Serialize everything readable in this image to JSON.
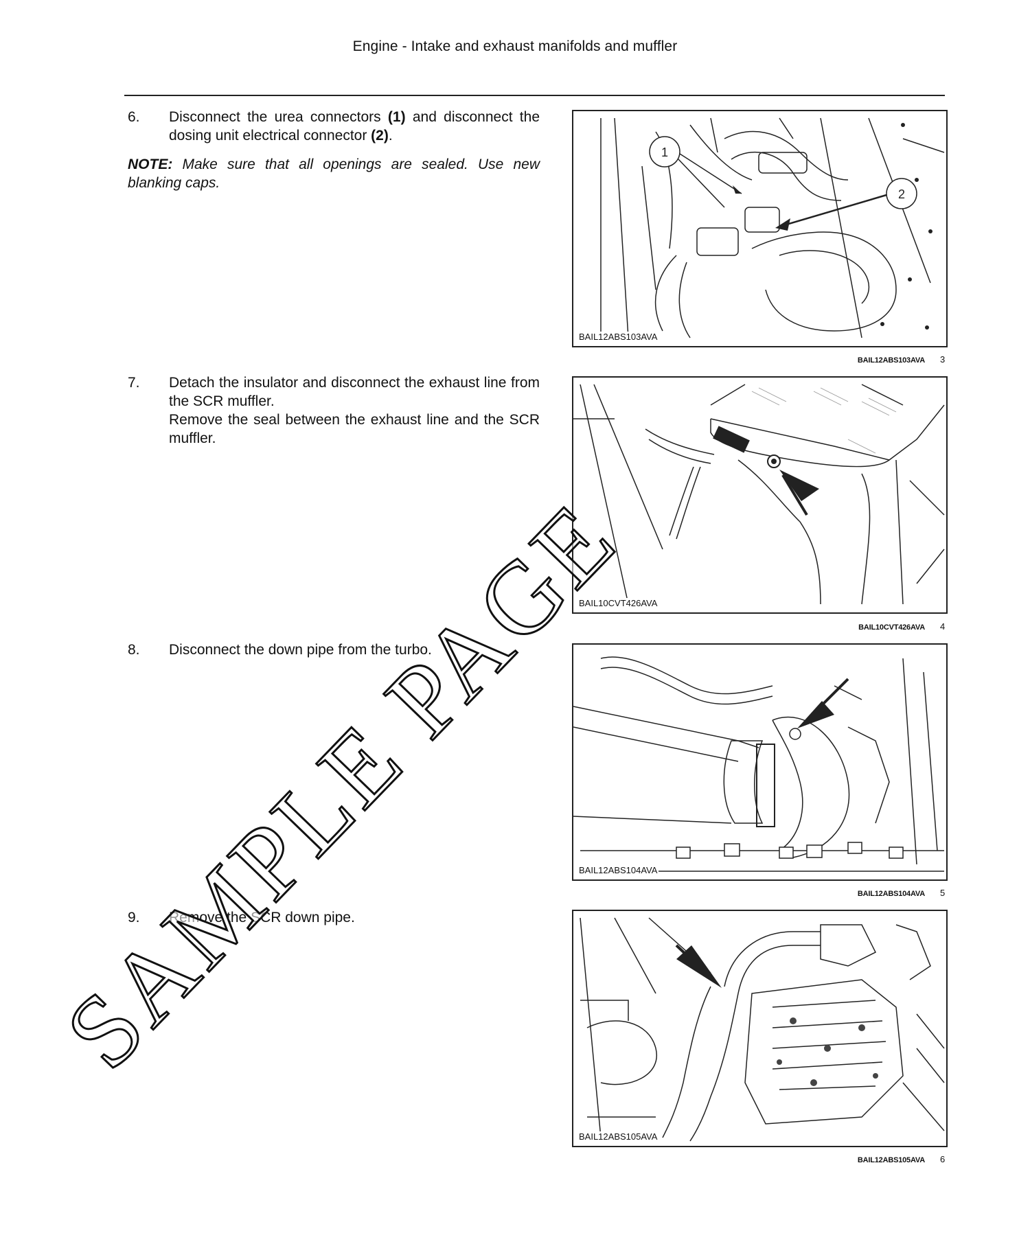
{
  "header": {
    "title": "Engine - Intake and exhaust manifolds and muffler"
  },
  "steps": [
    {
      "number": "6.",
      "text_a": "Disconnect the urea connectors ",
      "bold_a": "(1)",
      "text_b": " and disconnect the dosing unit electrical connector ",
      "bold_b": "(2)",
      "text_c": ".",
      "note_label": "NOTE:",
      "note_text": " Make sure that all openings are sealed.  Use new blanking caps."
    },
    {
      "number": "7.",
      "line1": "Detach the insulator and disconnect the exhaust line from the SCR muffler.",
      "line2": "Remove the seal between the exhaust line and the SCR muffler."
    },
    {
      "number": "8.",
      "line1": "Disconnect the down pipe from the turbo."
    },
    {
      "number": "9.",
      "line1": "Remove the SCR down pipe."
    }
  ],
  "figures": [
    {
      "code": "BAIL12ABS103AVA",
      "caption": "BAIL12ABS103AVA",
      "number": "3",
      "callouts": [
        "1",
        "2"
      ]
    },
    {
      "code": "BAIL10CVT426AVA",
      "caption": "BAIL10CVT426AVA",
      "number": "4"
    },
    {
      "code": "BAIL12ABS104AVA",
      "caption": "BAIL12ABS104AVA",
      "number": "5"
    },
    {
      "code": "BAIL12ABS105AVA",
      "caption": "BAIL12ABS105AVA",
      "number": "6"
    }
  ],
  "watermark": {
    "text": "SAMPLE PAGE"
  },
  "icons": {
    "arrow": "pointer-arrow-icon",
    "callout": "callout-circle-icon"
  }
}
